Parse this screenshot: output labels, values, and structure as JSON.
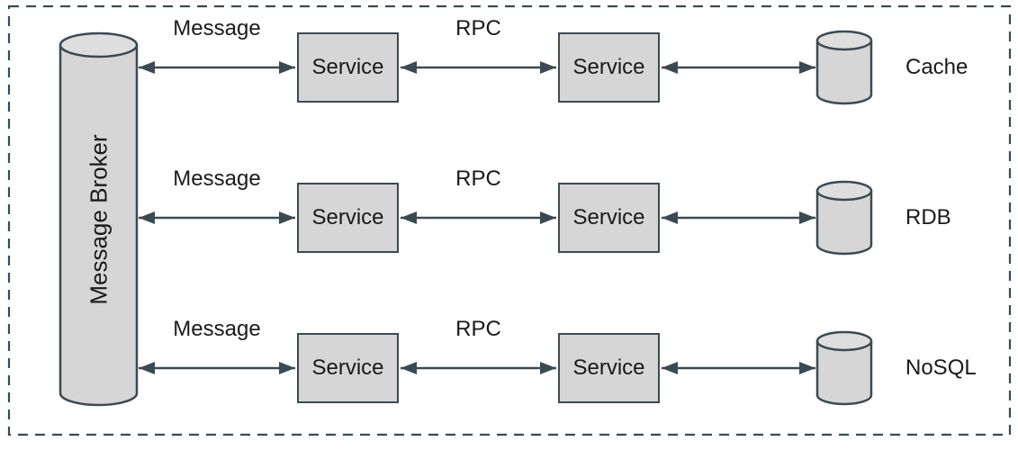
{
  "diagram": {
    "broker": {
      "label": "Message Broker",
      "shape": "cylinder"
    },
    "rows": [
      {
        "message_label": "Message",
        "rpc_label": "RPC",
        "services": [
          {
            "label": "Service"
          },
          {
            "label": "Service"
          }
        ],
        "datastore": {
          "label": "Cache",
          "shape": "cylinder"
        }
      },
      {
        "message_label": "Message",
        "rpc_label": "RPC",
        "services": [
          {
            "label": "Service"
          },
          {
            "label": "Service"
          }
        ],
        "datastore": {
          "label": "RDB",
          "shape": "cylinder"
        }
      },
      {
        "message_label": "Message",
        "rpc_label": "RPC",
        "services": [
          {
            "label": "Service"
          },
          {
            "label": "Service"
          }
        ],
        "datastore": {
          "label": "NoSQL",
          "shape": "cylinder"
        }
      }
    ],
    "colors": {
      "shape_fill": "#d6d6d6",
      "shape_stroke": "#3b4a52",
      "arrow": "#3b4a52",
      "boundary": "#3b4a52",
      "text": "#1a1a1a",
      "background": "#ffffff"
    }
  }
}
